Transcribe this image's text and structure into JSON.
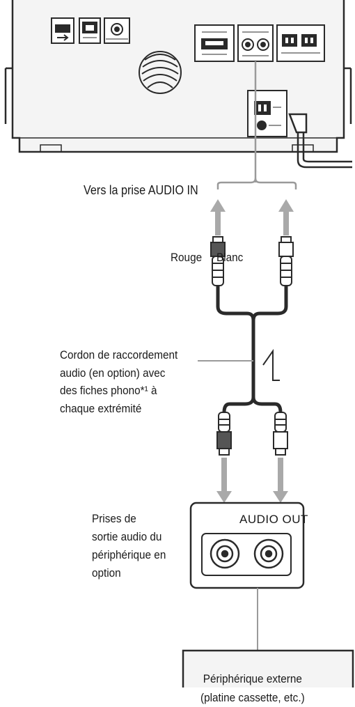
{
  "labels": {
    "audio_in_target": "Vers la prise AUDIO IN",
    "rouge": "Rouge",
    "blanc": "Blanc",
    "cord_lines": [
      "Cordon de raccordement",
      "audio (en option) avec",
      "des fiches phono*¹ à",
      "chaque extrémité"
    ],
    "output_jacks_lines": [
      "Prises de",
      "sortie audio du",
      "périphérique en",
      "option"
    ],
    "audio_out": "AUDIO OUT",
    "external_device_lines": [
      "Périphérique externe",
      "(platine cassette, etc.)"
    ]
  },
  "colors": {
    "line": "#2a2a2a",
    "arrow": "#a9a9a9",
    "panel_bg": "#f4f4f4",
    "plug_red": "#555555"
  }
}
